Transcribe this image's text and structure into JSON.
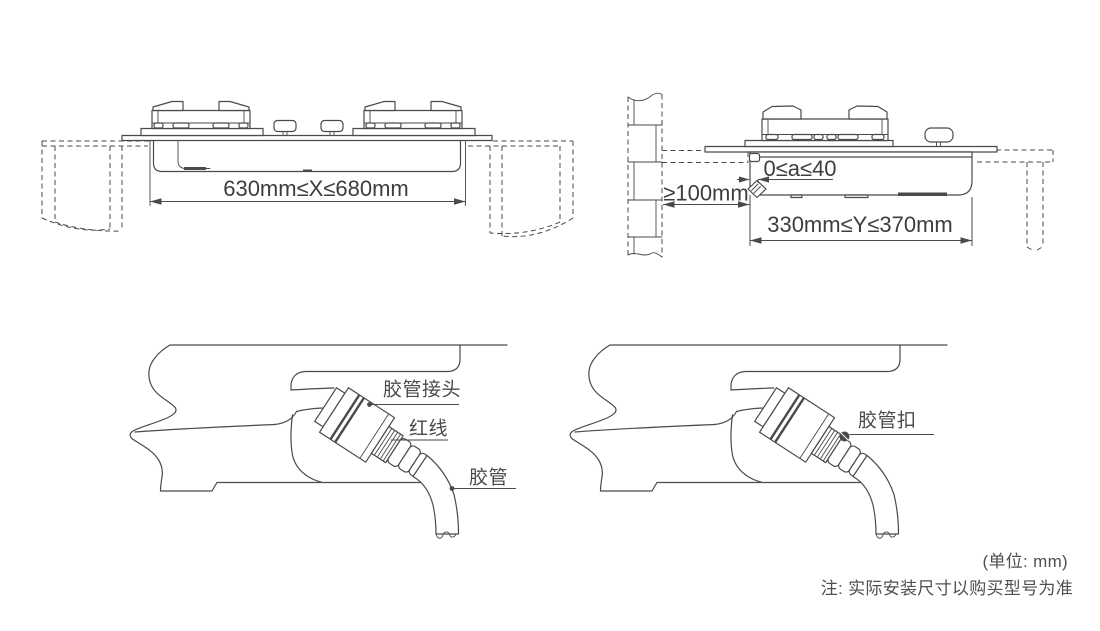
{
  "page": {
    "background_color": "#ffffff",
    "line_color": "#4a4a4a",
    "text_color": "#3d3d3d"
  },
  "front_view": {
    "width_dimension": "630mm≤X≤680mm"
  },
  "side_view": {
    "edge_gap_dimension": "0≤a≤40",
    "wall_clearance_dimension": "≥100mm",
    "depth_dimension": "330mm≤Y≤370mm"
  },
  "hose_detail_left": {
    "connector_label": "胶管接头",
    "red_line_label": "红线",
    "hose_label": "胶管"
  },
  "hose_detail_right": {
    "clamp_label": "胶管扣"
  },
  "footer": {
    "unit_note": "(单位: mm)",
    "model_note": "注: 实际安装尺寸以购买型号为准"
  }
}
